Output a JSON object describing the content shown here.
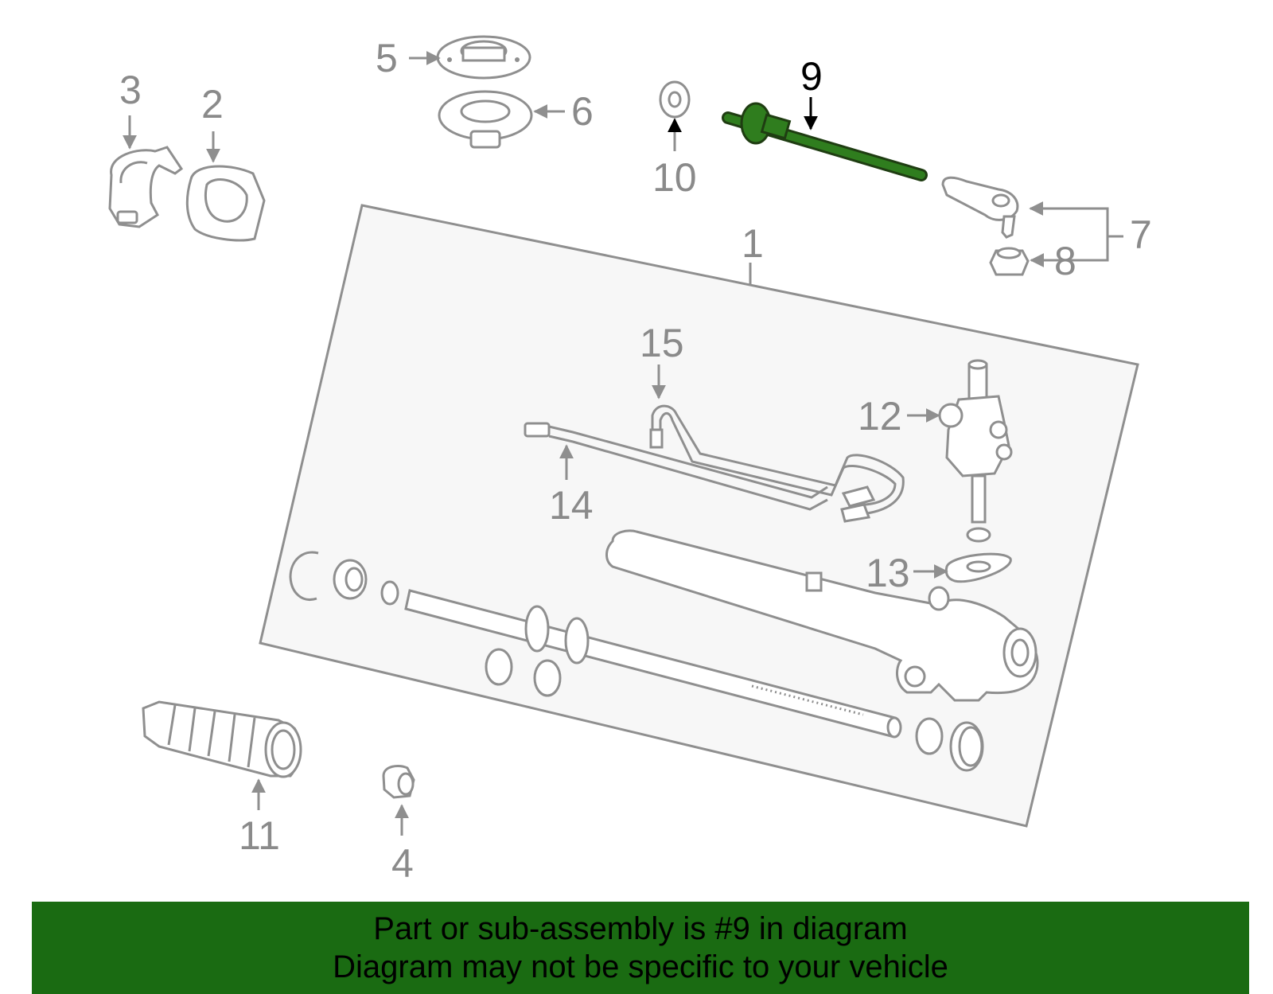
{
  "callouts": {
    "c1": "1",
    "c2": "2",
    "c3": "3",
    "c4": "4",
    "c5": "5",
    "c6": "6",
    "c7": "7",
    "c8": "8",
    "c9": "9",
    "c10": "10",
    "c11": "11",
    "c12": "12",
    "c13": "13",
    "c14": "14",
    "c15": "15"
  },
  "highlight": {
    "part": "9",
    "color": "#1f6b0f"
  },
  "banner": {
    "line1": "Part or sub-assembly is #9 in diagram",
    "line2": "Diagram may not be specific to your vehicle",
    "background": "#1a6b12"
  }
}
